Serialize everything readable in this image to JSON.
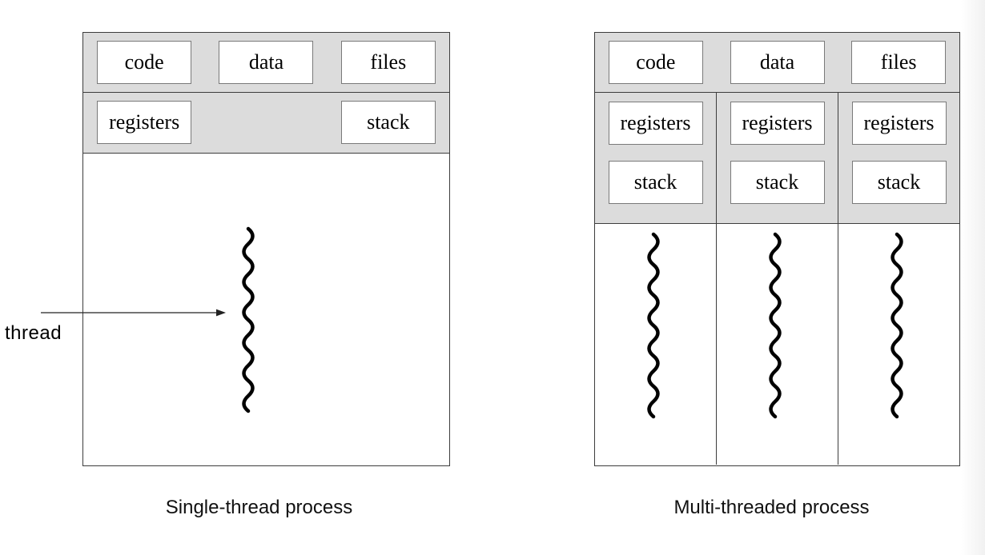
{
  "colors": {
    "band_fill": "#dcdcdc",
    "outer_border": "#3d3d3d",
    "cell_border": "#7a7a7a",
    "ink": "#000000",
    "background": "#ffffff"
  },
  "single_thread": {
    "caption": "Single-thread process",
    "top_cells": [
      "code",
      "data",
      "files"
    ],
    "mid_cells": [
      "registers",
      "stack"
    ],
    "annotation_label": "thread",
    "thread_count": 1
  },
  "multi_thread": {
    "caption": "Multi-threaded process",
    "top_cells": [
      "code",
      "data",
      "files"
    ],
    "columns": [
      [
        "registers",
        "stack"
      ],
      [
        "registers",
        "stack"
      ],
      [
        "registers",
        "stack"
      ]
    ],
    "thread_count": 3
  }
}
